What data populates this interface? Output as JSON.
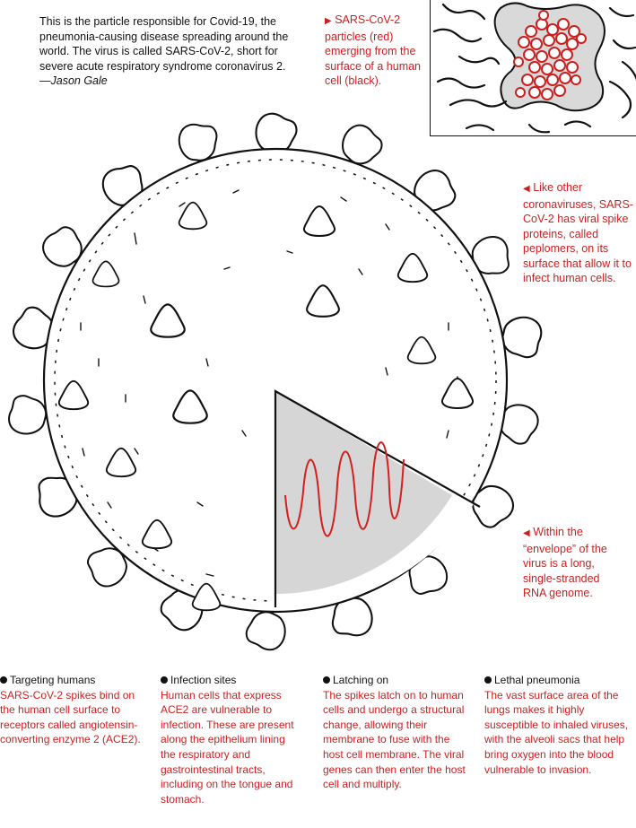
{
  "intro": {
    "text": "This is the particle responsible for Covid-19, the pneumonia-causing disease spreading around the world. The virus is called SARS-CoV-2, short for severe acute respiratory syndrome coronavirus 2.",
    "byline": "—Jason Gale"
  },
  "notes": {
    "inset_caption": "SARS-CoV-2 particles (red) emerging from the surface of a human cell (black).",
    "spike_caption": "Like other coronaviruses, SARS-CoV-2 has viral spike proteins, called peplomers, on its surface that allow it to infect human cells.",
    "envelope_caption": "Within the “envelope” of the virus is a long, single-stranded RNA genome."
  },
  "columns": [
    {
      "heading": "Targeting humans",
      "body": "SARS-CoV-2 spikes bind on the human cell surface to receptors called angiotensin-converting enzyme 2 (ACE2)."
    },
    {
      "heading": "Infection sites",
      "body": "Human cells that express ACE2 are vulnerable to infection. These are present along the epithelium lining the respiratory and gastrointestinal tracts, including on the tongue and stomach."
    },
    {
      "heading": "Latching on",
      "body": "The spikes latch on to human cells and undergo a structural change, allowing their membrane to fuse with the host cell membrane. The viral genes can then enter the host cell and multiply."
    },
    {
      "heading": "Lethal pneumonia",
      "body": "The vast surface area of the lungs makes it highly susceptible to inhaled viruses, with the alveoli sacs that help bring oxygen into the blood vulnerable to invasion."
    }
  ],
  "colors": {
    "accent_red": "#cc1f1f",
    "ink": "#111111",
    "cutaway_grey": "#d6d6d6"
  }
}
